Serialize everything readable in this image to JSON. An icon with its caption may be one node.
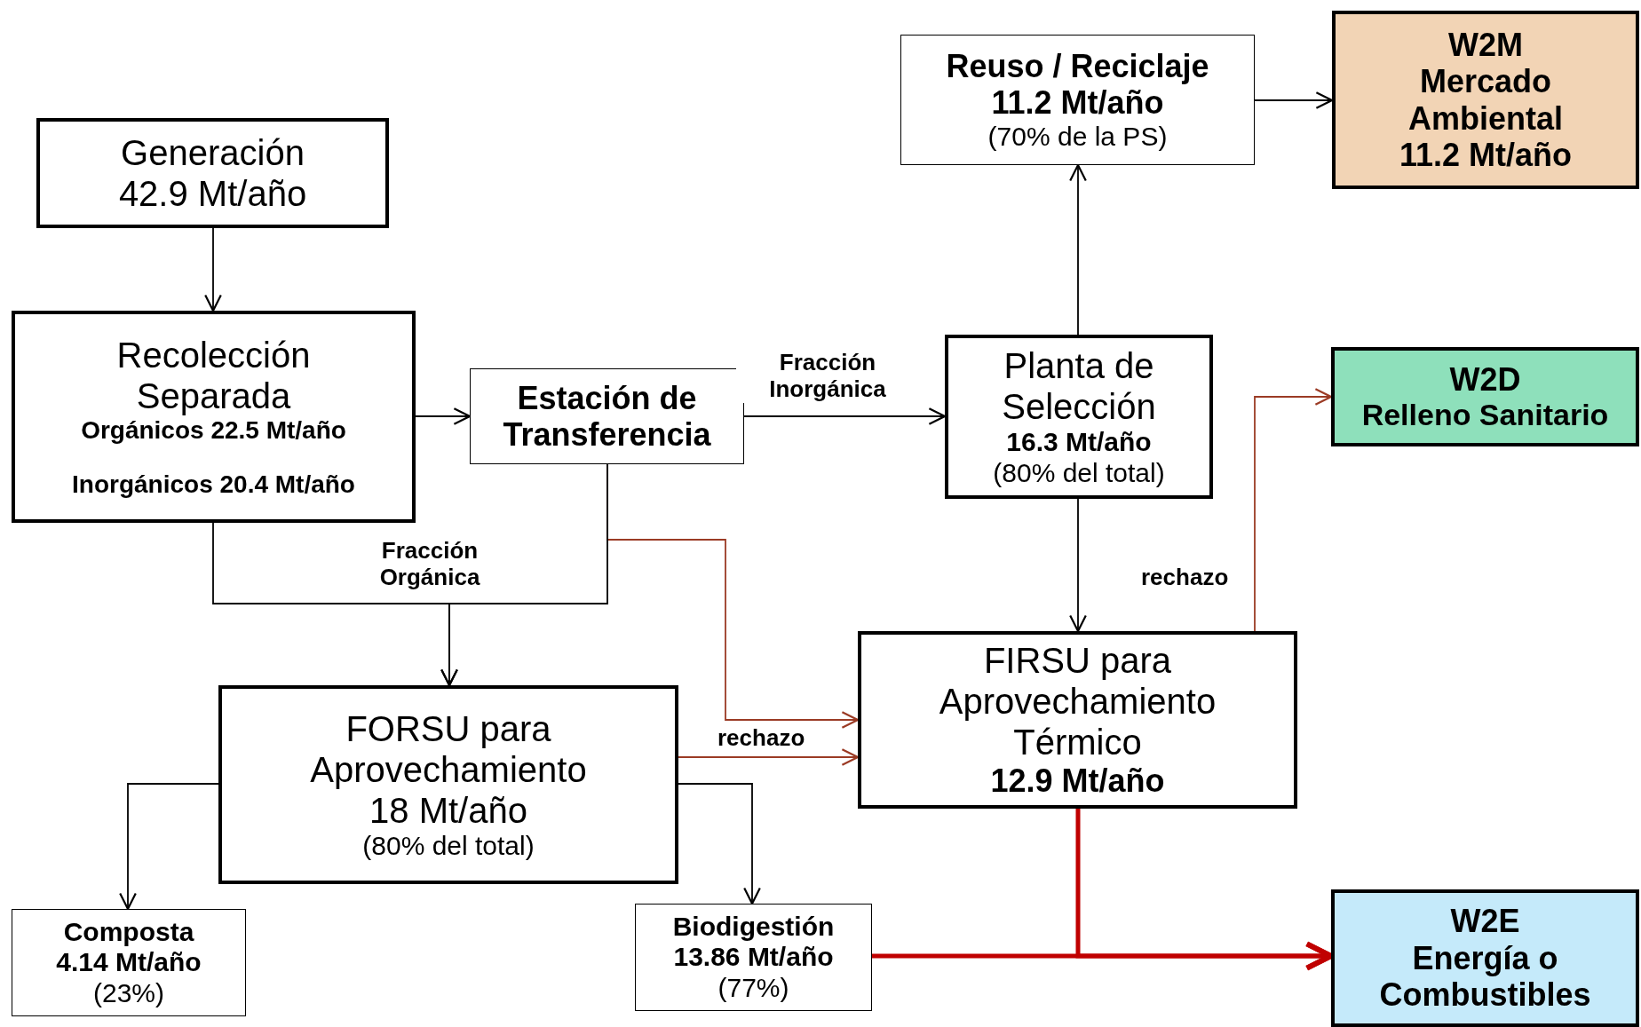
{
  "diagram": {
    "nodes": [
      {
        "text": [
          "Generación",
          "42.9 Mt/año"
        ]
      },
      {
        "text": [
          "Recolección Separada",
          "Orgánicos 22.5 Mt/año",
          "Inorgánicos 20.4 Mt/año"
        ]
      },
      {
        "text": [
          "Estación de Transferencia"
        ]
      },
      {
        "text": [
          "Reuso / Reciclaje",
          "11.2 Mt/año",
          "(70% de la PS)"
        ]
      },
      {
        "text": [
          "W2M",
          "Mercado Ambiental",
          "11.2 Mt/año"
        ]
      },
      {
        "text": [
          "Planta de Selección",
          "16.3 Mt/año",
          "(80% del total)"
        ]
      },
      {
        "text": [
          "W2D",
          "Relleno Sanitario"
        ]
      },
      {
        "text": [
          "FORSU para Aprovechamiento",
          "18 Mt/año",
          "(80% del total)"
        ]
      },
      {
        "text": [
          "FIRSU para Aprovechamiento Térmico",
          "12.9 Mt/año"
        ]
      },
      {
        "text": [
          "Composta",
          "4.14 Mt/año",
          "(23%)"
        ]
      },
      {
        "text": [
          "Biodigestión",
          "13.86 Mt/año",
          "(77%)"
        ]
      },
      {
        "text": [
          "W2E",
          "Energía o Combustibles"
        ]
      }
    ],
    "edges": [
      {
        "from": 0,
        "to": 1,
        "arrow": "to"
      },
      {
        "from": 1,
        "to": 2,
        "arrow": "to"
      },
      {
        "from": 2,
        "to": 5,
        "arrow": "to",
        "label": "Fracción Inorgánica"
      },
      {
        "from": 5,
        "to": 3,
        "arrow": "to"
      },
      {
        "from": 3,
        "to": 4,
        "arrow": "to"
      },
      {
        "from": 5,
        "to": 8,
        "arrow": "to",
        "label": "rechazo"
      },
      {
        "from": 1,
        "to": 7,
        "arrow": "to",
        "label": "Fracción Orgánica"
      },
      {
        "from": 2,
        "to": 7,
        "arrow": "to"
      },
      {
        "from": 2,
        "to": 8,
        "arrow": "to",
        "color": "#9b3b25"
      },
      {
        "from": 7,
        "to": 8,
        "arrow": "to",
        "label": "rechazo",
        "color": "#9b3b25"
      },
      {
        "from": 8,
        "to": 6,
        "arrow": "to",
        "color": "#9b3b25"
      },
      {
        "from": 7,
        "to": 9,
        "arrow": "to"
      },
      {
        "from": 7,
        "to": 10,
        "arrow": "to"
      },
      {
        "from": 10,
        "to": 11,
        "arrow": "to",
        "style": "thick",
        "color": "#c00000"
      },
      {
        "from": 8,
        "to": 11,
        "arrow": "to",
        "style": "thick",
        "color": "#c00000"
      }
    ]
  }
}
